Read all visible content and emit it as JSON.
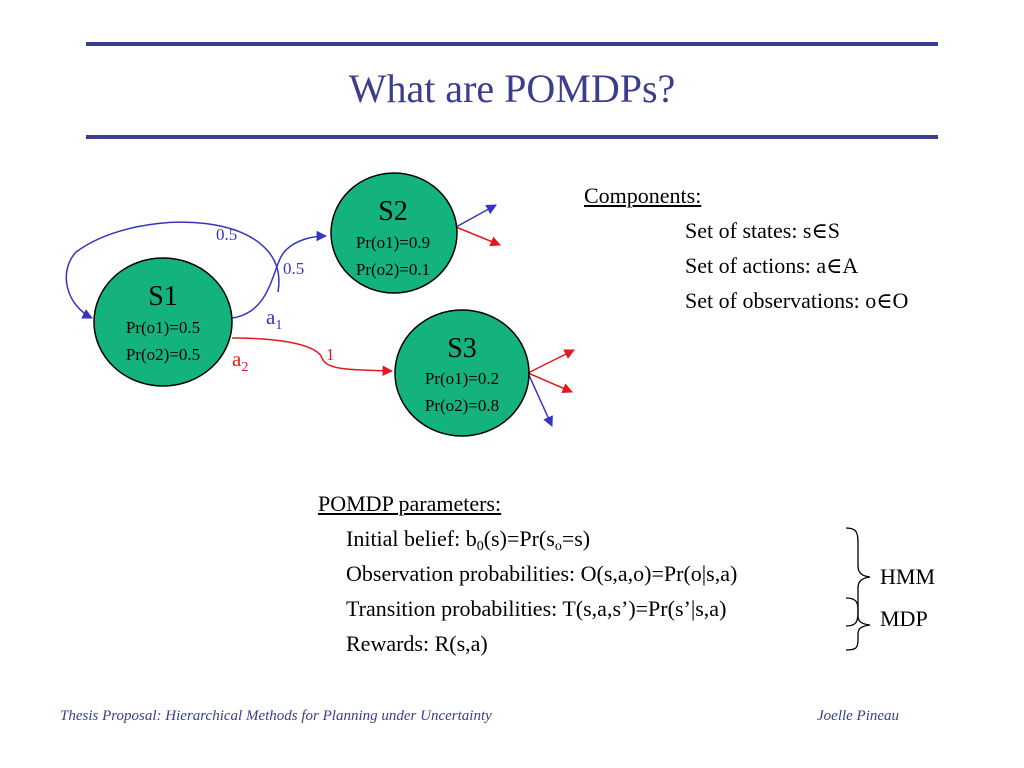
{
  "title": "What are POMDPs?",
  "colors": {
    "accent": "#3a3e8c",
    "state_fill": "#14b37d",
    "edge_blue": "#3535c0",
    "edge_red": "#e01b1b"
  },
  "diagram": {
    "states": [
      {
        "name": "S1",
        "o1": "Pr(o1)=0.5",
        "o2": "Pr(o2)=0.5"
      },
      {
        "name": "S2",
        "o1": "Pr(o1)=0.9",
        "o2": "Pr(o2)=0.1"
      },
      {
        "name": "S3",
        "o1": "Pr(o1)=0.2",
        "o2": "Pr(o2)=0.8"
      }
    ],
    "edges": [
      {
        "label": "0.5"
      },
      {
        "label": "0.5"
      },
      {
        "label": "1"
      }
    ],
    "actions": [
      {
        "base": "a",
        "sub": "1"
      },
      {
        "base": "a",
        "sub": "2"
      }
    ]
  },
  "components": {
    "heading": "Components:",
    "items": [
      "Set of states: s∈S",
      "Set of actions: a∈A",
      "Set of observations: o∈O"
    ]
  },
  "params": {
    "heading": "POMDP parameters:",
    "initial_belief": {
      "a": "Initial belief: b",
      "b_sub": "0",
      "c": "(s)=Pr(s",
      "d_sub": "o",
      "e": "=s)"
    },
    "observation": "Observation probabilities: O(s,a,o)=Pr(o|s,a)",
    "transition": "Transition probabilities: T(s,a,s’)=Pr(s’|s,a)",
    "rewards": "Rewards: R(s,a)"
  },
  "brackets": {
    "hmm": "HMM",
    "mdp": "MDP"
  },
  "footer": {
    "left": "Thesis Proposal: Hierarchical Methods for Planning under Uncertainty",
    "right": "Joelle Pineau"
  }
}
